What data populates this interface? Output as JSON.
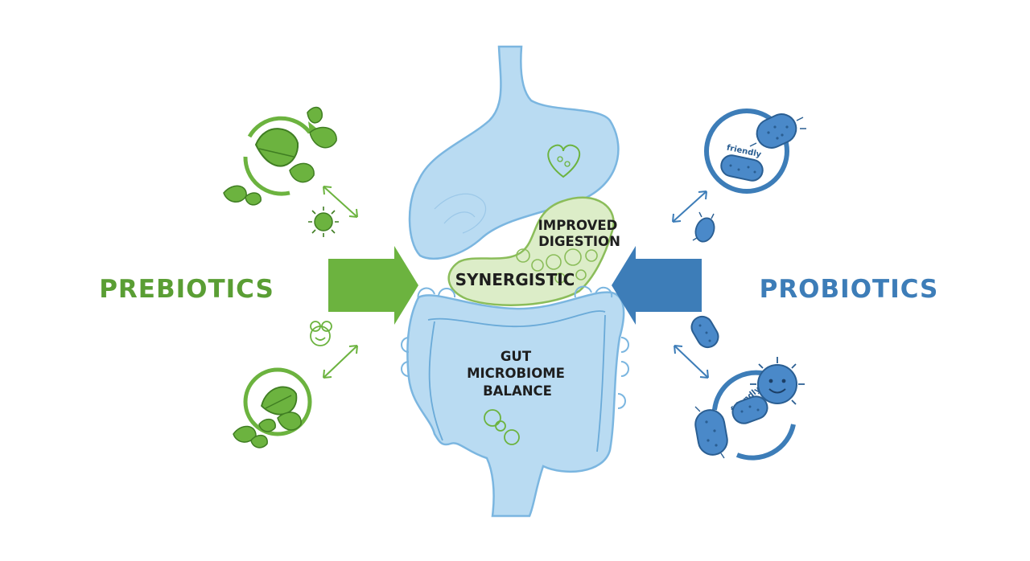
{
  "colors": {
    "prebiotic_green": "#5a9e34",
    "leaf_green": "#6cb33f",
    "probiotic_blue": "#3d7db8",
    "bacteria_blue": "#4a89c9",
    "gut_fill": "#b9dbf2",
    "gut_stroke": "#7bb6e0",
    "synergy_fill": "#dcedc8",
    "text_dark": "#1e1e1e"
  },
  "left_label": "PREBIOTICS",
  "right_label": "PROBIOTICS",
  "center": {
    "synergy": "SYNERGISTIC",
    "digestion_line1": "IMPROVED",
    "digestion_line2": "DIGESTION",
    "balance_line1": "GUT",
    "balance_line2": "MICROBIOME",
    "balance_line3": "BALANCE"
  },
  "tags": {
    "friendly_top": "friendly",
    "friendly_bottom": "friendly"
  },
  "icons": {
    "prebiotic_top": "leaf-cycle-icon",
    "prebiotic_bottom": "leaf-circle-icon",
    "probiotic_top": "bacteria-cycle-icon",
    "probiotic_bottom": "smiling-bacteria-icon"
  }
}
